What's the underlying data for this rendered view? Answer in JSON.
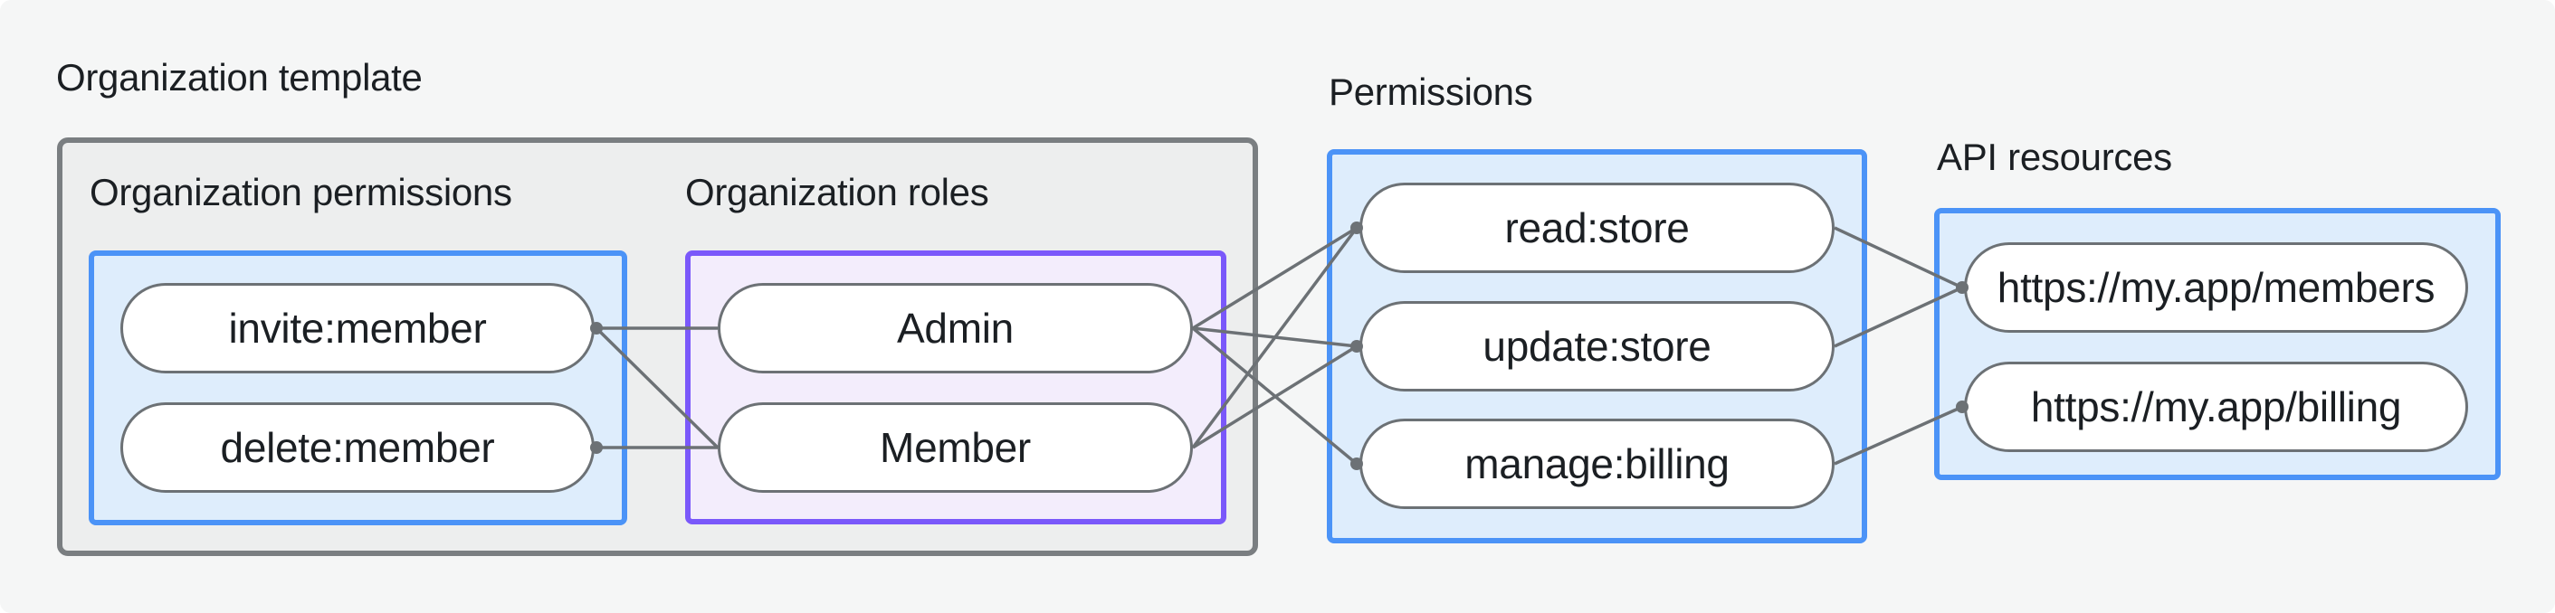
{
  "titles": {
    "organization_template": "Organization template",
    "organization_permissions": "Organization permissions",
    "organization_roles": "Organization roles",
    "permissions": "Permissions",
    "api_resources": "API resources"
  },
  "boxes": {
    "organization_permissions": {
      "title": "Organization permissions",
      "nodes": [
        "invite:member",
        "delete:member"
      ]
    },
    "organization_roles": {
      "title": "Organization roles",
      "nodes": [
        "Admin",
        "Member"
      ]
    },
    "permissions": {
      "title": "Permissions",
      "nodes": [
        "read:store",
        "update:store",
        "manage:billing"
      ]
    },
    "api_resources": {
      "title": "API resources",
      "nodes": [
        "https://my.app/members",
        "https://my.app/billing"
      ]
    }
  },
  "edges": [
    {
      "from": "invite:member",
      "to": "Admin"
    },
    {
      "from": "invite:member",
      "to": "Member"
    },
    {
      "from": "delete:member",
      "to": "Member"
    },
    {
      "from": "Admin",
      "to": "read:store"
    },
    {
      "from": "Admin",
      "to": "update:store"
    },
    {
      "from": "Admin",
      "to": "manage:billing"
    },
    {
      "from": "Member",
      "to": "read:store"
    },
    {
      "from": "Member",
      "to": "update:store"
    },
    {
      "from": "read:store",
      "to": "https://my.app/members"
    },
    {
      "from": "update:store",
      "to": "https://my.app/members"
    },
    {
      "from": "manage:billing",
      "to": "https://my.app/billing"
    }
  ],
  "colors": {
    "page_background": "#f5f6f6",
    "outer_background": "#ffffff",
    "group_fill": "#edeeee",
    "group_border": "#7a7e81",
    "blue_border": "#4b93f7",
    "blue_fill": "#deedfc",
    "purple_border": "#7a58fa",
    "purple_fill": "#f3edfc",
    "pill_fill": "#ffffff",
    "pill_border": "#6c7175",
    "connector": "#6c7175",
    "text": "#1b1f23"
  }
}
